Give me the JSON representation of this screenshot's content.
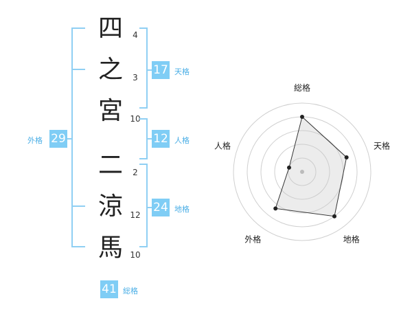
{
  "name_chars": [
    {
      "char": "四",
      "strokes": "4"
    },
    {
      "char": "之",
      "strokes": "3"
    },
    {
      "char": "宮",
      "strokes": "10"
    },
    {
      "char": "二",
      "strokes": "2"
    },
    {
      "char": "涼",
      "strokes": "12"
    },
    {
      "char": "馬",
      "strokes": "10"
    }
  ],
  "kakusu": {
    "tenkaku": {
      "value": "17",
      "label": "天格"
    },
    "jinkaku": {
      "value": "12",
      "label": "人格"
    },
    "chikaku": {
      "value": "24",
      "label": "地格"
    },
    "gaikaku": {
      "value": "29",
      "label": "外格"
    },
    "soukaku": {
      "value": "41",
      "label": "総格"
    }
  },
  "colors": {
    "accent": "#7fcdf5",
    "label": "#4aaee6",
    "bracket": "#8fcff3"
  },
  "chart_data": {
    "type": "radar",
    "axes": [
      "総格",
      "天格",
      "地格",
      "外格",
      "人格"
    ],
    "values": [
      4,
      3.4,
      4,
      3.3,
      1
    ],
    "max": 5,
    "rings": 5
  }
}
